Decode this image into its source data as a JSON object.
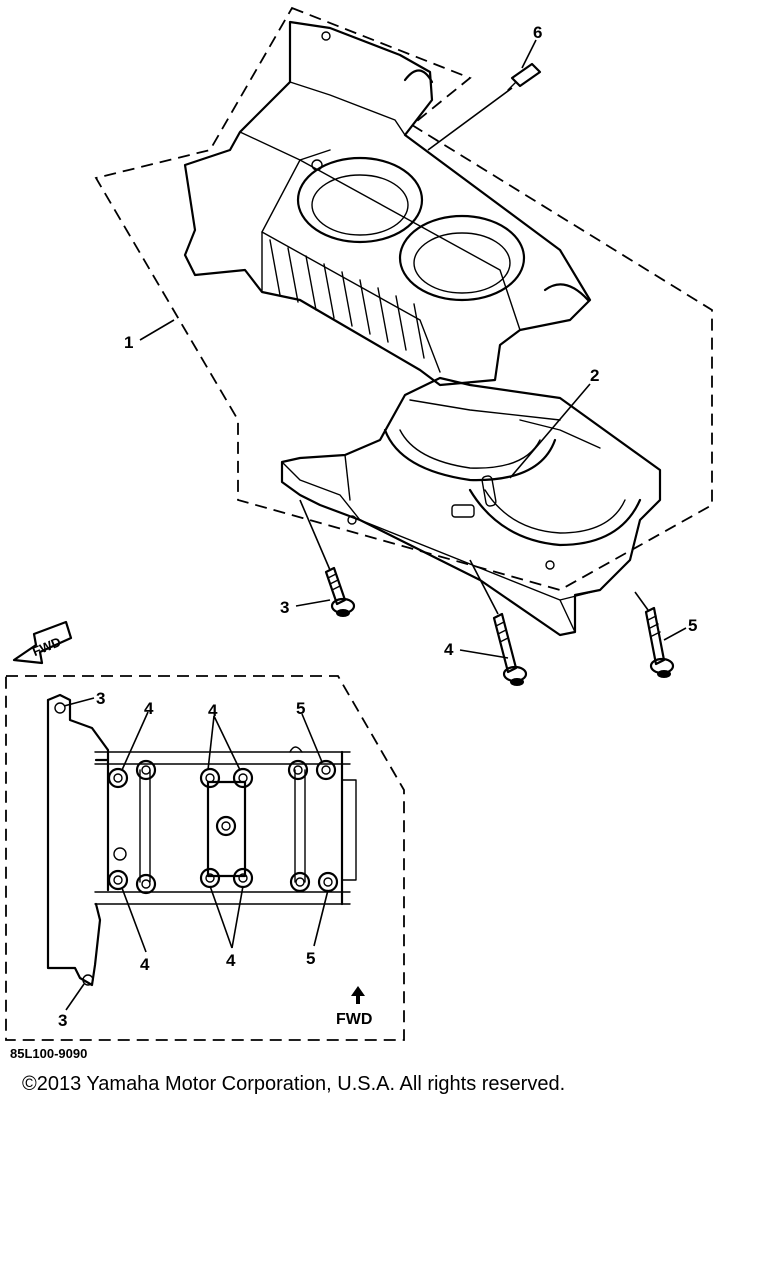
{
  "diagram": {
    "drawing_code": "85L100-9090",
    "callouts": {
      "c1": "1",
      "c2": "2",
      "c3": "3",
      "c4": "4",
      "c5": "5",
      "c6": "6"
    },
    "bottom_view": {
      "callouts": {
        "top_left_3": "3",
        "top_4a": "4",
        "top_4b": "4",
        "top_5": "5",
        "bottom_4a": "4",
        "bottom_4b": "4",
        "bottom_5": "5",
        "bottom_3": "3"
      },
      "fwd_label": "FWD"
    },
    "fwd_arrow_label": "FWD"
  },
  "copyright": "©2013 Yamaha Motor Corporation, U.S.A. All rights reserved."
}
